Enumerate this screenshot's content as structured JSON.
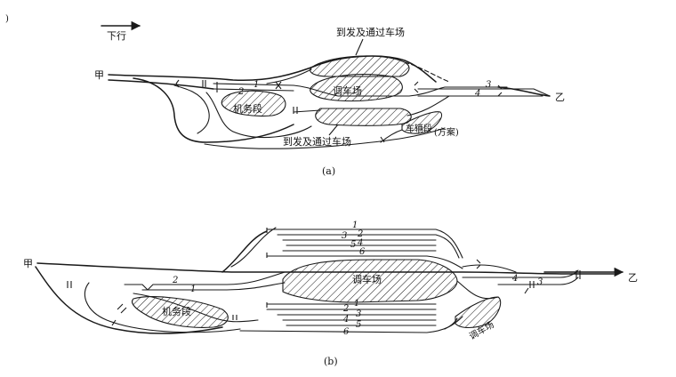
{
  "direction_label": "下行",
  "panel_a": {
    "caption": "(a)",
    "station_left": "甲",
    "station_right": "乙",
    "yard_top": "到发及通过车场",
    "yard_bottom": "到发及通过车场",
    "hump_yard": "调车场",
    "depot": "机务段",
    "car_depot": "车辆段",
    "scheme_note": "(方案)",
    "track_nums": [
      "1",
      "2",
      "3",
      "4"
    ]
  },
  "panel_b": {
    "caption": "(b)",
    "station_left": "甲",
    "station_right": "乙",
    "hump_yard": "调车场",
    "depot": "机务段",
    "small_yard": "调车场",
    "track_nums_left": [
      "2",
      "1"
    ],
    "track_nums_right": [
      "4",
      "3"
    ],
    "upper_yard_tracks": [
      "1",
      "3",
      "2",
      "5",
      "4",
      "6"
    ],
    "lower_yard_tracks": [
      "1",
      "2",
      "3",
      "4",
      "5",
      "6"
    ]
  }
}
